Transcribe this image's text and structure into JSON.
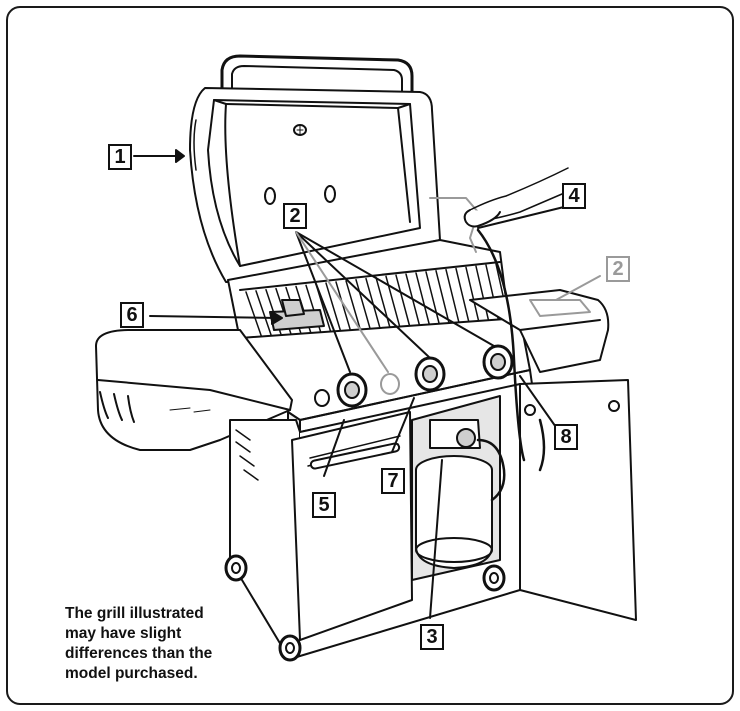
{
  "callouts": {
    "lid": "1",
    "burners": "2",
    "burners_secondary": "2",
    "tank": "3",
    "hand": "4",
    "knob_left": "5",
    "grate": "6",
    "knob_center": "7",
    "lighter": "8"
  },
  "note": {
    "line1": "The grill illustrated",
    "line2": "may have slight",
    "line3": "differences than the",
    "line4": "model purchased."
  },
  "colors": {
    "ink": "#111111",
    "ghost": "#9a9a9a",
    "shade": "#cfcfcf",
    "light": "#ececec"
  }
}
